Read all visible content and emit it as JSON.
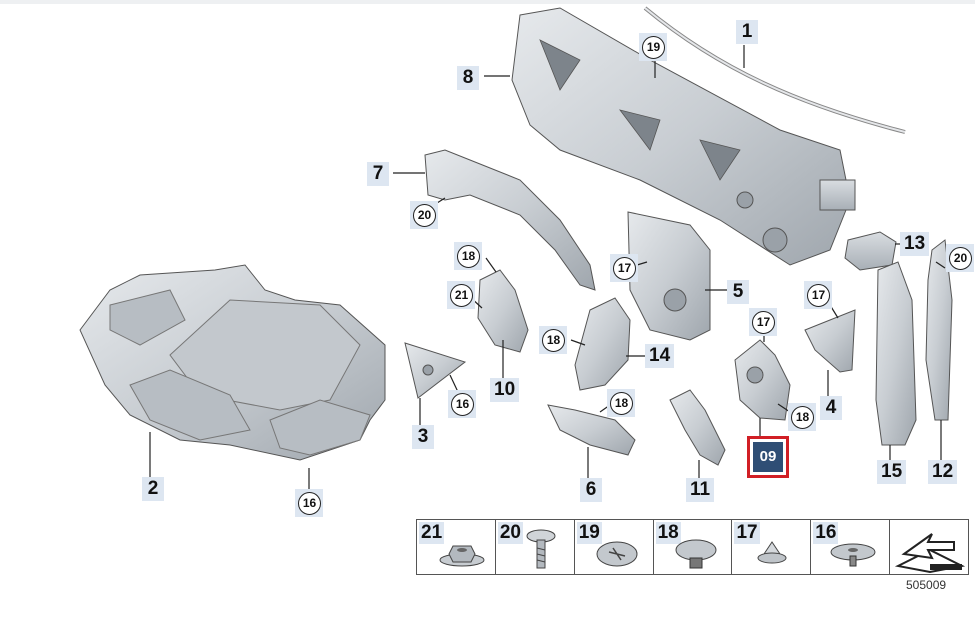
{
  "diagram": {
    "part_labels": [
      "1",
      "2",
      "3",
      "4",
      "5",
      "6",
      "7",
      "8",
      "10",
      "11",
      "12",
      "13",
      "14",
      "15"
    ],
    "fastener_callouts": [
      "19",
      "20",
      "18",
      "21",
      "17",
      "16",
      "18",
      "18",
      "17",
      "17",
      "18",
      "16",
      "20"
    ],
    "selected_label": "09",
    "legend": [
      {
        "num": "21",
        "icon": "hex-nut-icon"
      },
      {
        "num": "20",
        "icon": "push-pin-icon"
      },
      {
        "num": "19",
        "icon": "flat-clip-icon"
      },
      {
        "num": "18",
        "icon": "expanding-rivet-icon"
      },
      {
        "num": "17",
        "icon": "spring-nut-icon"
      },
      {
        "num": "16",
        "icon": "plastic-nut-icon"
      },
      {
        "num": "",
        "icon": "arrow-sheet-icon"
      }
    ],
    "document_number": "505009"
  }
}
